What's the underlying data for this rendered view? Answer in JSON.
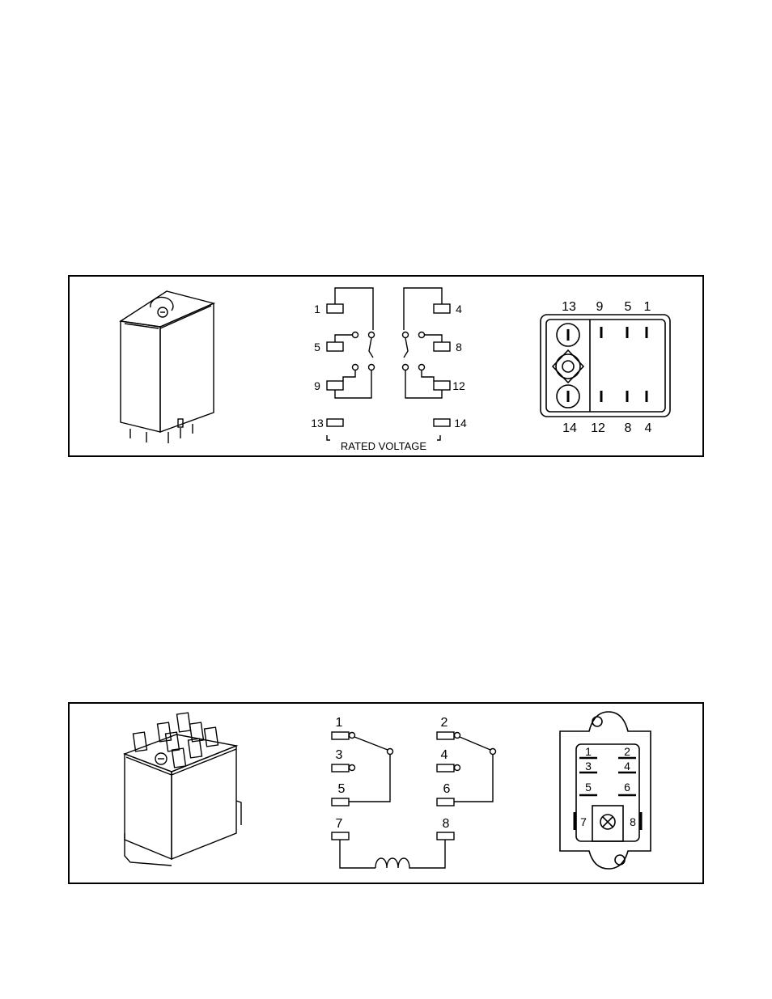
{
  "relay1": {
    "schematic": {
      "left_labels": [
        "1",
        "5",
        "9",
        "13"
      ],
      "right_labels": [
        "4",
        "8",
        "12",
        "14"
      ],
      "caption": "RATED VOLTAGE"
    },
    "base": {
      "top_labels": [
        "13",
        "9",
        "5",
        "1"
      ],
      "bottom_labels": [
        "14",
        "12",
        "8",
        "4"
      ]
    }
  },
  "relay2": {
    "schematic": {
      "left_labels": [
        "1",
        "3",
        "5",
        "7"
      ],
      "right_labels": [
        "2",
        "4",
        "6",
        "8"
      ]
    },
    "base": {
      "labels": [
        "1",
        "2",
        "3",
        "4",
        "5",
        "6",
        "7",
        "8"
      ]
    }
  }
}
